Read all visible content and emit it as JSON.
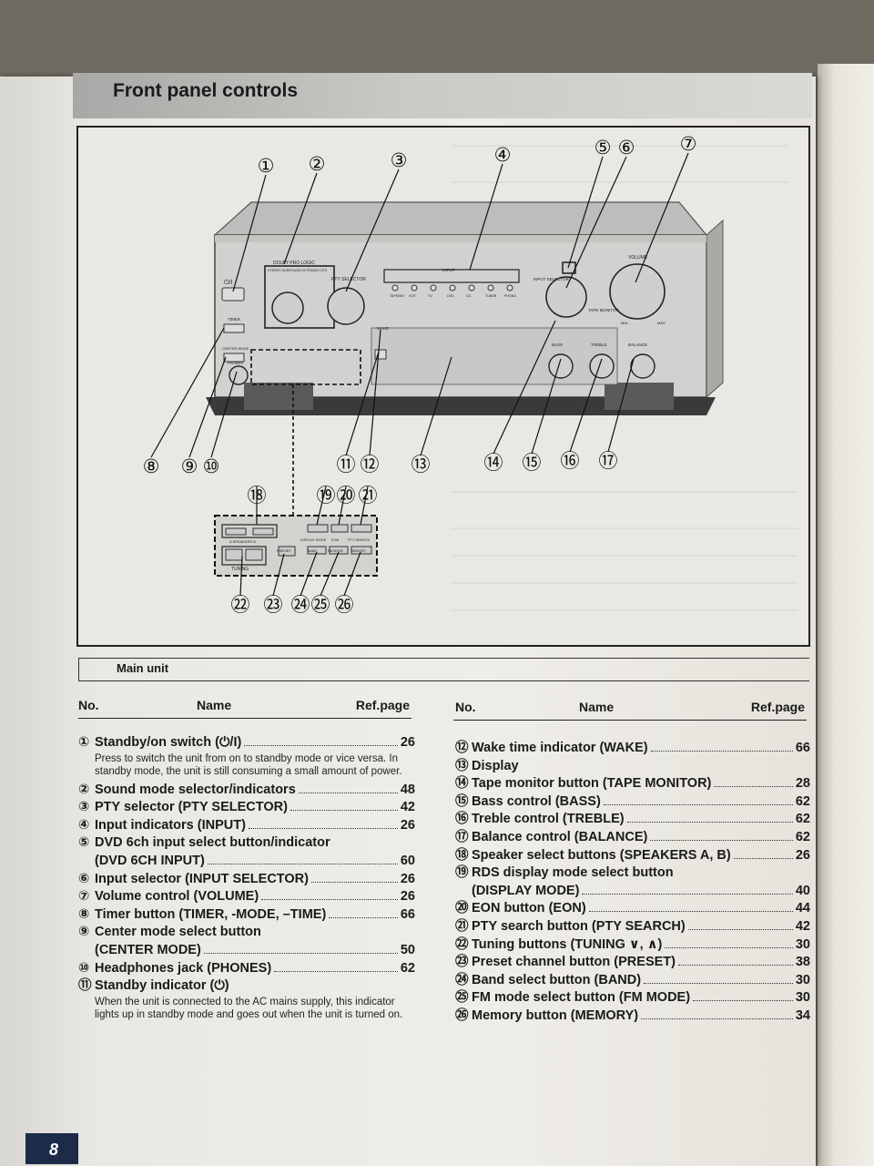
{
  "header": {
    "title": "Front panel controls"
  },
  "section": {
    "label": "Main unit"
  },
  "table_headers": {
    "no": "No.",
    "name": "Name",
    "ref": "Ref.page"
  },
  "left_entries": [
    {
      "num": "①",
      "name": "Standby/on switch (⏻/I)",
      "ref": "26",
      "desc": "Press to switch the unit from on to standby mode or vice versa. In standby mode, the unit is still consuming a small amount of power."
    },
    {
      "num": "②",
      "name": "Sound mode selector/indicators",
      "ref": "48"
    },
    {
      "num": "③",
      "name": "PTY selector (PTY SELECTOR)",
      "ref": "42"
    },
    {
      "num": "④",
      "name": "Input indicators (INPUT)",
      "ref": "26"
    },
    {
      "num": "⑤",
      "name": "DVD 6ch input select button/indicator",
      "cont": "(DVD 6CH INPUT)",
      "ref": "60"
    },
    {
      "num": "⑥",
      "name": "Input selector (INPUT SELECTOR)",
      "ref": "26"
    },
    {
      "num": "⑦",
      "name": "Volume control (VOLUME)",
      "ref": "26"
    },
    {
      "num": "⑧",
      "name": "Timer button (TIMER, -MODE, –TIME)",
      "ref": "66"
    },
    {
      "num": "⑨",
      "name": "Center mode select button",
      "cont": "(CENTER MODE)",
      "ref": "50"
    },
    {
      "num": "⑩",
      "name": "Headphones jack (PHONES)",
      "ref": "62"
    },
    {
      "num": "⑪",
      "name": "Standby indicator (⏻)",
      "ref": "",
      "desc": "When the unit is connected to the AC mains supply, this indicator lights up in standby mode and goes out when the unit is turned on."
    }
  ],
  "right_entries": [
    {
      "num": "⑫",
      "name": "Wake time indicator (WAKE)",
      "ref": "66"
    },
    {
      "num": "⑬",
      "name": "Display",
      "ref": ""
    },
    {
      "num": "⑭",
      "name": "Tape monitor button (TAPE MONITOR)",
      "ref": "28"
    },
    {
      "num": "⑮",
      "name": "Bass control (BASS)",
      "ref": "62"
    },
    {
      "num": "⑯",
      "name": "Treble control (TREBLE)",
      "ref": "62"
    },
    {
      "num": "⑰",
      "name": "Balance control (BALANCE)",
      "ref": "62"
    },
    {
      "num": "⑱",
      "name": "Speaker select buttons (SPEAKERS A, B)",
      "ref": "26"
    },
    {
      "num": "⑲",
      "name": "RDS display mode select button",
      "cont": "(DISPLAY MODE)",
      "ref": "40"
    },
    {
      "num": "⑳",
      "name": "EON button (EON)",
      "ref": "44"
    },
    {
      "num": "㉑",
      "name": "PTY search button (PTY SEARCH)",
      "ref": "42"
    },
    {
      "num": "㉒",
      "name": "Tuning buttons (TUNING ∨, ∧)",
      "ref": "30"
    },
    {
      "num": "㉓",
      "name": "Preset channel button (PRESET)",
      "ref": "38"
    },
    {
      "num": "㉔",
      "name": "Band select button (BAND)",
      "ref": "30"
    },
    {
      "num": "㉕",
      "name": "FM mode select button (FM MODE)",
      "ref": "30"
    },
    {
      "num": "㉖",
      "name": "Memory button (MEMORY)",
      "ref": "34"
    }
  ],
  "diagram": {
    "callouts": [
      "①",
      "②",
      "③",
      "④",
      "⑤",
      "⑥",
      "⑦",
      "⑧",
      "⑨",
      "⑩",
      "⑪",
      "⑫",
      "⑬",
      "⑭",
      "⑮",
      "⑯",
      "⑰",
      "⑱",
      "⑲",
      "⑳",
      "㉑",
      "㉒",
      "㉓",
      "㉔",
      "㉕",
      "㉖"
    ],
    "panel_labels": {
      "standby": "⏻/I",
      "sound_mode": "DOLBY PRO LOGIC",
      "sound_mode_sub": "STEREO  SURROUND  EXTENDED  DTS",
      "pty_selector": "PTY SELECTOR",
      "input": "INPUT",
      "inputs": [
        "TAPE/MD",
        "VCR",
        "TV",
        "DVD",
        "CD",
        "TUNER",
        "PHONO"
      ],
      "input_selector": "INPUT SELECTOR",
      "volume": "VOLUME",
      "min": "MIN",
      "max": "MAX",
      "tape_monitor": "TAPE MONITOR",
      "timer": "TIMER",
      "center_mode": "CENTER MODE",
      "phones": "PHONES",
      "wake": "WAKE",
      "bass": "BASS",
      "treble": "TREBLE",
      "balance": "BALANCE",
      "speakers": "A  SPEAKERS  B",
      "tuning": "TUNING",
      "preset": "PRESET",
      "display_mode": "DISPLAY MODE",
      "eon": "EON",
      "pty_search": "PTY SEARCH",
      "band": "BAND",
      "fm_mode": "FM MODE",
      "memory": "MEMORY"
    }
  },
  "page": {
    "number": "8"
  }
}
